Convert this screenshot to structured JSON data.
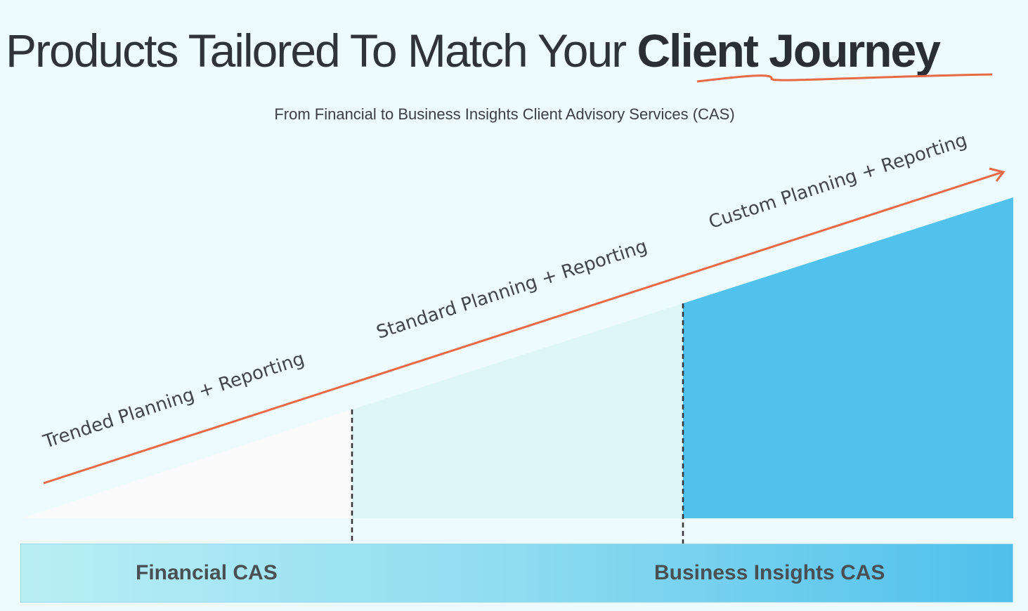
{
  "header": {
    "title_regular": "Products Tailored To Match Your ",
    "title_bold": "Client Journey",
    "subtitle": "From Financial to Business Insights Client Advisory Services (CAS)"
  },
  "stages": [
    {
      "label": "Trended Planning + Reporting"
    },
    {
      "label": "Standard Planning + Reporting"
    },
    {
      "label": "Custom Planning + Reporting"
    }
  ],
  "bands": {
    "left": "Financial CAS",
    "right": "Business Insights CAS"
  },
  "colors": {
    "accent_arrow": "#e86a45",
    "stage1_fill": "#fafafa",
    "stage2_fill": "#dff6f9",
    "stage3_fill": "#50c2ed",
    "text": "#40464a"
  }
}
